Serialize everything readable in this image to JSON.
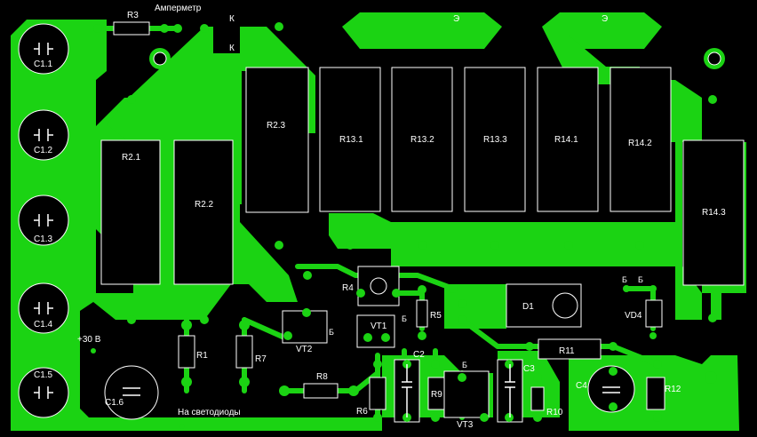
{
  "board": {
    "copper_color": "#1bd313",
    "background_color": "#000000",
    "silk_color": "#ffffff"
  },
  "labels": {
    "ammeter": "Амперметр",
    "k_top": "К",
    "k_second": "К",
    "e_left": "Э",
    "e_right": "Э",
    "plus30": "+30 В",
    "leds": "На светодиоды",
    "b_vt2": "Б",
    "b_vt1": "Б",
    "b_vt3": "Б",
    "b_vd4_left": "Б",
    "b_vd4_right": "Б"
  },
  "components": {
    "R3": "R3",
    "C1_1": "C1.1",
    "C1_2": "C1.2",
    "C1_3": "C1.3",
    "C1_4": "C1.4",
    "C1_5": "C1.5",
    "C1_6": "C1.6",
    "R2_1": "R2.1",
    "R2_2": "R2.2",
    "R2_3": "R2.3",
    "R13_1": "R13.1",
    "R13_2": "R13.2",
    "R13_3": "R13.3",
    "R14_1": "R14.1",
    "R14_2": "R14.2",
    "R14_3": "R14.3",
    "R4": "R4",
    "R5": "R5",
    "D1": "D1",
    "VD4": "VD4",
    "VT1": "VT1",
    "VT2": "VT2",
    "VT3": "VT3",
    "R1": "R1",
    "R7": "R7",
    "R8": "R8",
    "R6": "R6",
    "R9": "R9",
    "C2": "C2",
    "C3": "C3",
    "R10": "R10",
    "R11": "R11",
    "C4": "C4",
    "R12": "R12"
  }
}
